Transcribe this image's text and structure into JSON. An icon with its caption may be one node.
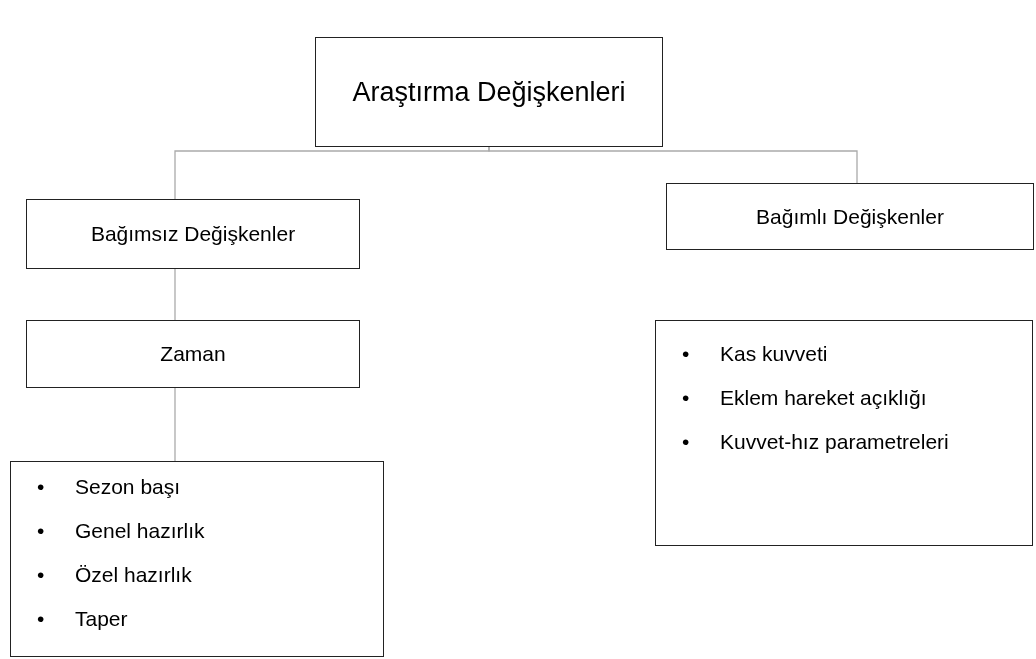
{
  "diagram": {
    "nodes": [
      {
        "text": [
          "Araştırma Değişkenleri"
        ]
      },
      {
        "text": [
          "Bağımsız Değişkenler"
        ]
      },
      {
        "text": [
          "Bağımlı Değişkenler"
        ]
      },
      {
        "text": [
          "Zaman"
        ]
      },
      {
        "text": [
          "•",
          "Kas kuvveti",
          "•",
          "Eklem hareket açıklığı",
          "•",
          "Kuvvet-hız parametreleri"
        ]
      },
      {
        "text": [
          "•",
          "Sezon başı",
          "•",
          "Genel hazırlık",
          "•",
          "Özel hazırlık",
          "•",
          "Taper"
        ]
      }
    ],
    "edges": [
      {
        "from": 0,
        "to": 1,
        "arrow": "none"
      },
      {
        "from": 0,
        "to": 2,
        "arrow": "none"
      },
      {
        "from": 1,
        "to": 3,
        "arrow": "none"
      },
      {
        "from": 3,
        "to": 5,
        "arrow": "none"
      }
    ]
  }
}
